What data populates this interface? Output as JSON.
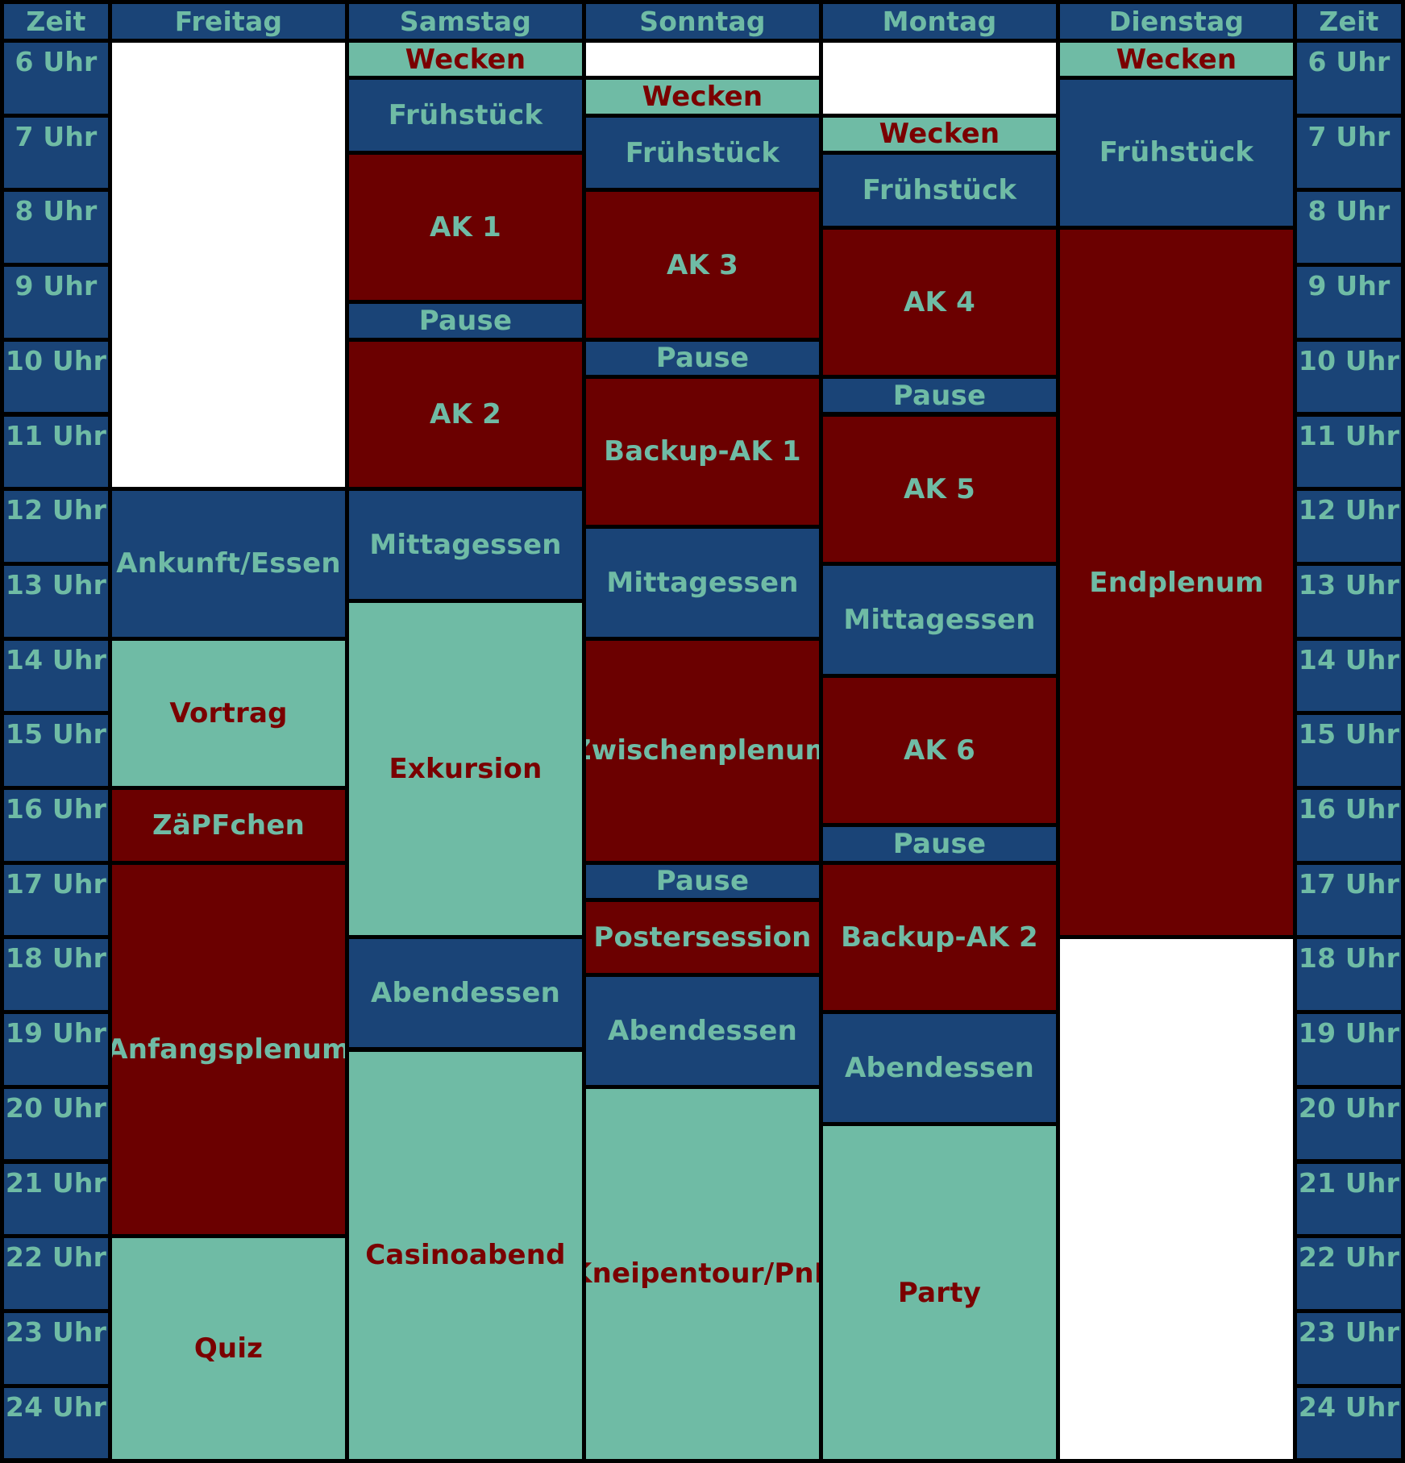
{
  "colors": {
    "blue": "#1a4477",
    "dark_red": "#6b0000",
    "teal": "#6fbba5",
    "border": "#000000",
    "empty": "#ffffff"
  },
  "schedule": {
    "time_header": "Zeit",
    "days": [
      "Freitag",
      "Samstag",
      "Sonntag",
      "Montag",
      "Dienstag"
    ],
    "hours": [
      "6 Uhr",
      "7 Uhr",
      "8 Uhr",
      "9 Uhr",
      "10 Uhr",
      "11 Uhr",
      "12 Uhr",
      "13 Uhr",
      "14 Uhr",
      "15 Uhr",
      "16 Uhr",
      "17 Uhr",
      "18 Uhr",
      "19 Uhr",
      "20 Uhr",
      "21 Uhr",
      "22 Uhr",
      "23 Uhr",
      "24 Uhr"
    ],
    "events": [
      {
        "day": 0,
        "label": "",
        "start": 6,
        "end": 12,
        "color": "white"
      },
      {
        "day": 0,
        "label": "Ankunft/Essen",
        "start": 12,
        "end": 14,
        "color": "blue"
      },
      {
        "day": 0,
        "label": "Vortrag",
        "start": 14,
        "end": 16,
        "color": "teal"
      },
      {
        "day": 0,
        "label": "ZäPFchen",
        "start": 16,
        "end": 17,
        "color": "red"
      },
      {
        "day": 0,
        "label": "Anfangsplenum",
        "start": 17,
        "end": 22,
        "color": "red"
      },
      {
        "day": 0,
        "label": "Quiz",
        "start": 22,
        "end": 25,
        "color": "teal"
      },
      {
        "day": 1,
        "label": "Wecken",
        "start": 6,
        "end": 6.5,
        "color": "teal"
      },
      {
        "day": 1,
        "label": "Frühstück",
        "start": 6.5,
        "end": 7.5,
        "color": "blue"
      },
      {
        "day": 1,
        "label": "AK 1",
        "start": 7.5,
        "end": 9.5,
        "color": "red"
      },
      {
        "day": 1,
        "label": "Pause",
        "start": 9.5,
        "end": 10,
        "color": "blue"
      },
      {
        "day": 1,
        "label": "AK 2",
        "start": 10,
        "end": 12,
        "color": "red"
      },
      {
        "day": 1,
        "label": "Mittagessen",
        "start": 12,
        "end": 13.5,
        "color": "blue"
      },
      {
        "day": 1,
        "label": "Exkursion",
        "start": 13.5,
        "end": 18,
        "color": "teal"
      },
      {
        "day": 1,
        "label": "Abendessen",
        "start": 18,
        "end": 19.5,
        "color": "blue"
      },
      {
        "day": 1,
        "label": "Casinoabend",
        "start": 19.5,
        "end": 25,
        "color": "teal"
      },
      {
        "day": 2,
        "label": "",
        "start": 6,
        "end": 6.5,
        "color": "white"
      },
      {
        "day": 2,
        "label": "Wecken",
        "start": 6.5,
        "end": 7,
        "color": "teal"
      },
      {
        "day": 2,
        "label": "Frühstück",
        "start": 7,
        "end": 8,
        "color": "blue"
      },
      {
        "day": 2,
        "label": "AK 3",
        "start": 8,
        "end": 10,
        "color": "red"
      },
      {
        "day": 2,
        "label": "Pause",
        "start": 10,
        "end": 10.5,
        "color": "blue"
      },
      {
        "day": 2,
        "label": "Backup-AK 1",
        "start": 10.5,
        "end": 12.5,
        "color": "red"
      },
      {
        "day": 2,
        "label": "Mittagessen",
        "start": 12.5,
        "end": 14,
        "color": "blue"
      },
      {
        "day": 2,
        "label": "Zwischenplenum",
        "start": 14,
        "end": 17,
        "color": "red"
      },
      {
        "day": 2,
        "label": "Pause",
        "start": 17,
        "end": 17.5,
        "color": "blue"
      },
      {
        "day": 2,
        "label": "Postersession",
        "start": 17.5,
        "end": 18.5,
        "color": "red"
      },
      {
        "day": 2,
        "label": "Abendessen",
        "start": 18.5,
        "end": 20,
        "color": "blue"
      },
      {
        "day": 2,
        "label": "Kneipentour/PnP",
        "start": 20,
        "end": 25,
        "color": "teal"
      },
      {
        "day": 3,
        "label": "",
        "start": 6,
        "end": 7,
        "color": "white"
      },
      {
        "day": 3,
        "label": "Wecken",
        "start": 7,
        "end": 7.5,
        "color": "teal"
      },
      {
        "day": 3,
        "label": "Frühstück",
        "start": 7.5,
        "end": 8.5,
        "color": "blue"
      },
      {
        "day": 3,
        "label": "AK 4",
        "start": 8.5,
        "end": 10.5,
        "color": "red"
      },
      {
        "day": 3,
        "label": "Pause",
        "start": 10.5,
        "end": 11,
        "color": "blue"
      },
      {
        "day": 3,
        "label": "AK 5",
        "start": 11,
        "end": 13,
        "color": "red"
      },
      {
        "day": 3,
        "label": "Mittagessen",
        "start": 13,
        "end": 14.5,
        "color": "blue"
      },
      {
        "day": 3,
        "label": "AK 6",
        "start": 14.5,
        "end": 16.5,
        "color": "red"
      },
      {
        "day": 3,
        "label": "Pause",
        "start": 16.5,
        "end": 17,
        "color": "blue"
      },
      {
        "day": 3,
        "label": "Backup-AK 2",
        "start": 17,
        "end": 19,
        "color": "red"
      },
      {
        "day": 3,
        "label": "Abendessen",
        "start": 19,
        "end": 20.5,
        "color": "blue"
      },
      {
        "day": 3,
        "label": "Party",
        "start": 20.5,
        "end": 25,
        "color": "teal"
      },
      {
        "day": 4,
        "label": "Wecken",
        "start": 6,
        "end": 6.5,
        "color": "teal"
      },
      {
        "day": 4,
        "label": "Frühstück",
        "start": 6.5,
        "end": 8.5,
        "color": "blue"
      },
      {
        "day": 4,
        "label": "Endplenum",
        "start": 8.5,
        "end": 18,
        "color": "red"
      },
      {
        "day": 4,
        "label": "",
        "start": 18,
        "end": 25,
        "color": "white"
      }
    ]
  }
}
